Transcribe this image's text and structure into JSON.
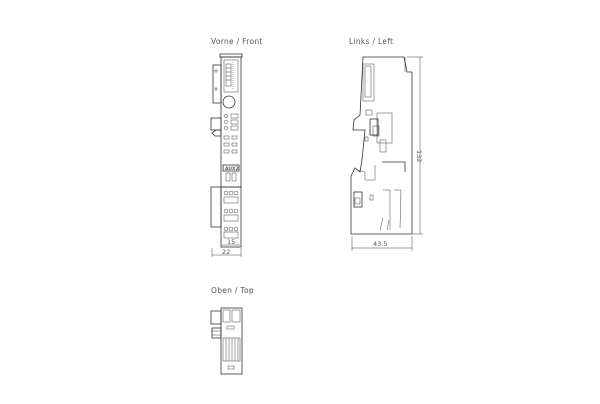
{
  "views": {
    "front": {
      "label": "Vorne  /  Front",
      "dim_inner": "15",
      "dim_outer": "22",
      "badge": "AUX2"
    },
    "left": {
      "label": "Links  /  Left",
      "dim_width": "43.5",
      "dim_height": "132"
    },
    "top": {
      "label": "Oben  /  Top"
    }
  }
}
